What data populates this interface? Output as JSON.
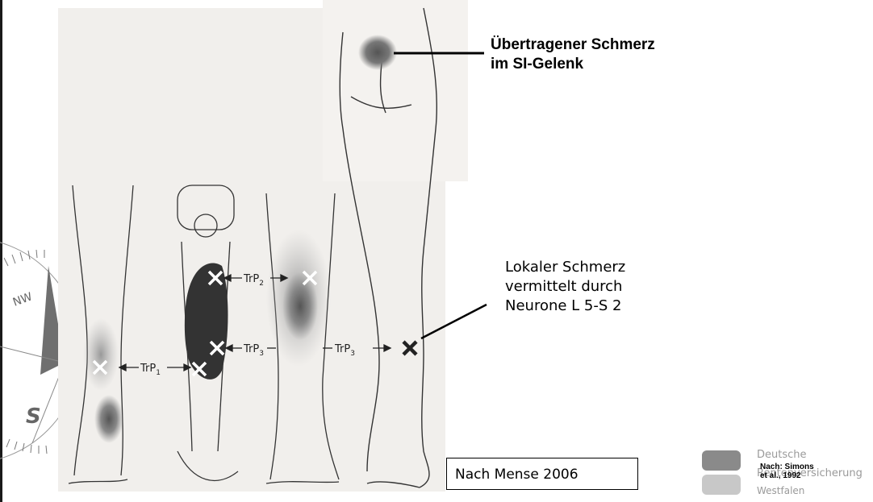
{
  "labels": {
    "referred_pain_line1": "Übertragener Schmerz",
    "referred_pain_line2": "im SI-Gelenk",
    "local_pain_line1": "Lokaler Schmerz",
    "local_pain_line2": "vermittelt durch",
    "local_pain_line3": "Neurone L 5-S 2"
  },
  "trigger_points": {
    "trp1": "TrP",
    "trp1_sub": "1",
    "trp2": "TrP",
    "trp2_sub": "2",
    "trp3a": "TrP",
    "trp3a_sub": "3",
    "trp3b": "TrP",
    "trp3b_sub": "3"
  },
  "compass": {
    "nw": "NW",
    "s": "S"
  },
  "source_box": "Nach Mense 2006",
  "logo": {
    "line1": "Deutsche",
    "line2": "Rentenversicherung",
    "line3": "Westfalen",
    "overlay": "Nach: Simons\net al., 1992"
  },
  "colors": {
    "muscle": "#333333",
    "pain_shade": "#555555",
    "logo_dark": "#8a8a8a",
    "logo_light": "#c8c8c8"
  }
}
